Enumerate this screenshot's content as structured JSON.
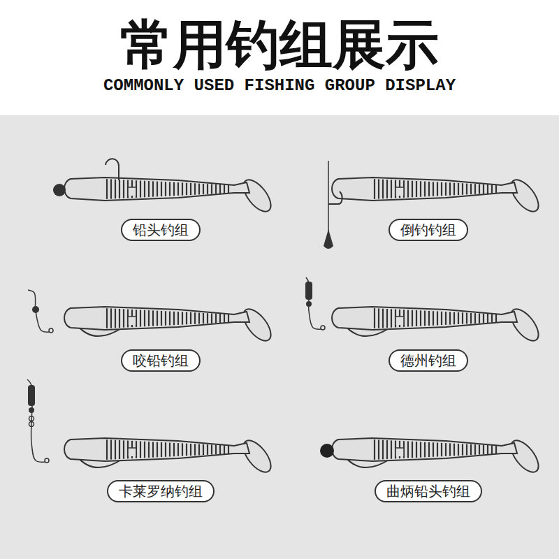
{
  "diagram": {
    "title": "常用钓组展示",
    "nodes": [
      {
        "text": [
          "铅头钓组"
        ]
      },
      {
        "text": [
          "倒钓钓组"
        ]
      },
      {
        "text": [
          "咬铅钓组"
        ]
      },
      {
        "text": [
          "德州钓组"
        ]
      },
      {
        "text": [
          "卡莱罗纳钓组"
        ]
      },
      {
        "text": [
          "曲炳铅头钓组"
        ]
      }
    ],
    "labels": [
      "COMMONLY USED FISHING GROUP DISPLAY"
    ]
  }
}
